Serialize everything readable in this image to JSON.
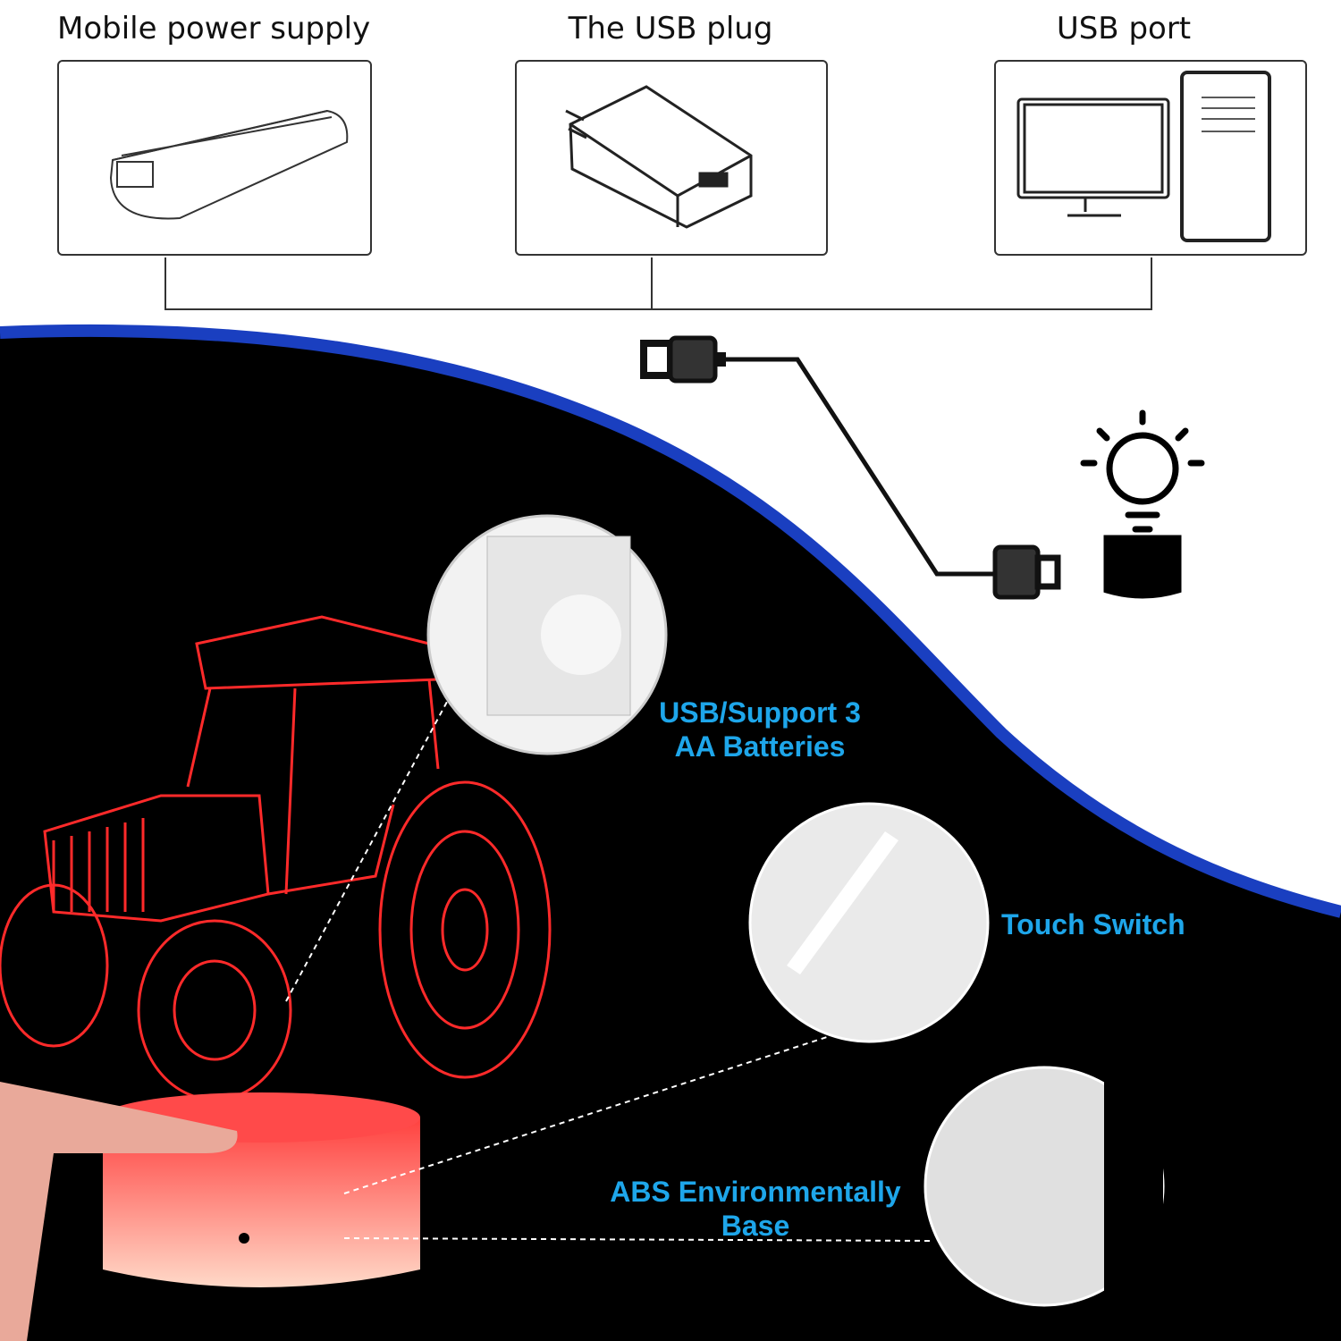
{
  "power_sources": [
    {
      "label": "Mobile power supply",
      "icon": "power-bank-icon"
    },
    {
      "label": "The USB plug",
      "icon": "usb-adapter-icon"
    },
    {
      "label": "USB port",
      "icon": "computer-icon"
    }
  ],
  "callouts": {
    "batteries_line1": "USB/Support 3",
    "batteries_line2": "AA Batteries",
    "touch_switch": "Touch Switch",
    "base_line1": "ABS Environmentally",
    "base_line2": "Base"
  },
  "colors": {
    "accent_text": "#1ea6ea",
    "curve_blue": "#1a3fc0",
    "lamp_red": "#ff2a2a",
    "background_dark": "#000000"
  }
}
